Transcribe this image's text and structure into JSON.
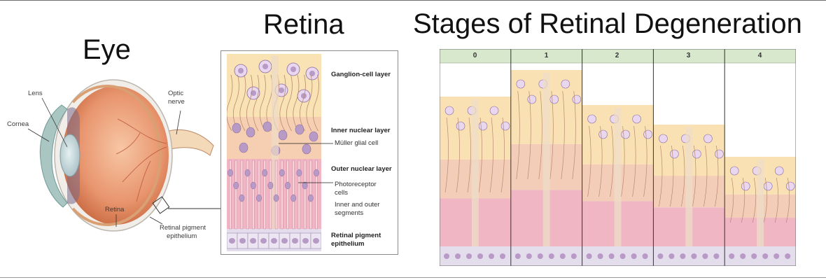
{
  "titles": {
    "eye": "Eye",
    "retina": "Retina",
    "stages": "Stages of Retinal Degeneration"
  },
  "eye_diagram": {
    "labels": {
      "lens": "Lens",
      "optic_nerve_1": "Optic",
      "optic_nerve_2": "nerve",
      "cornea": "Cornea",
      "retina": "Retina",
      "rpe_1": "Retinal pigment",
      "rpe_2": "epithelium"
    }
  },
  "retina_diagram": {
    "labels": {
      "ganglion": "Ganglion-cell layer",
      "inner_nuclear": "Inner nuclear layer",
      "muller": "Müller glial cell",
      "outer_nuclear": "Outer nuclear layer",
      "photoreceptor_1": "Photoreceptor",
      "photoreceptor_2": "cells",
      "segments_1": "Inner and outer",
      "segments_2": "segments",
      "rpe_1": "Retinal pigment",
      "rpe_2": "epithelium"
    },
    "colors": {
      "ganglion": "#f9e2b4",
      "inner": "#f6cfb2",
      "outer": "#f2b5c4",
      "rpe": "#e3dcec"
    }
  },
  "stages": {
    "labels": [
      "0",
      "1",
      "2",
      "3",
      "4"
    ],
    "colors": {
      "header": "#d8e8cc",
      "ganglion": "#f9e1b4",
      "inner": "#f4cdb8",
      "outer": "#f0b6c4",
      "rpe": "#e4deec"
    }
  }
}
